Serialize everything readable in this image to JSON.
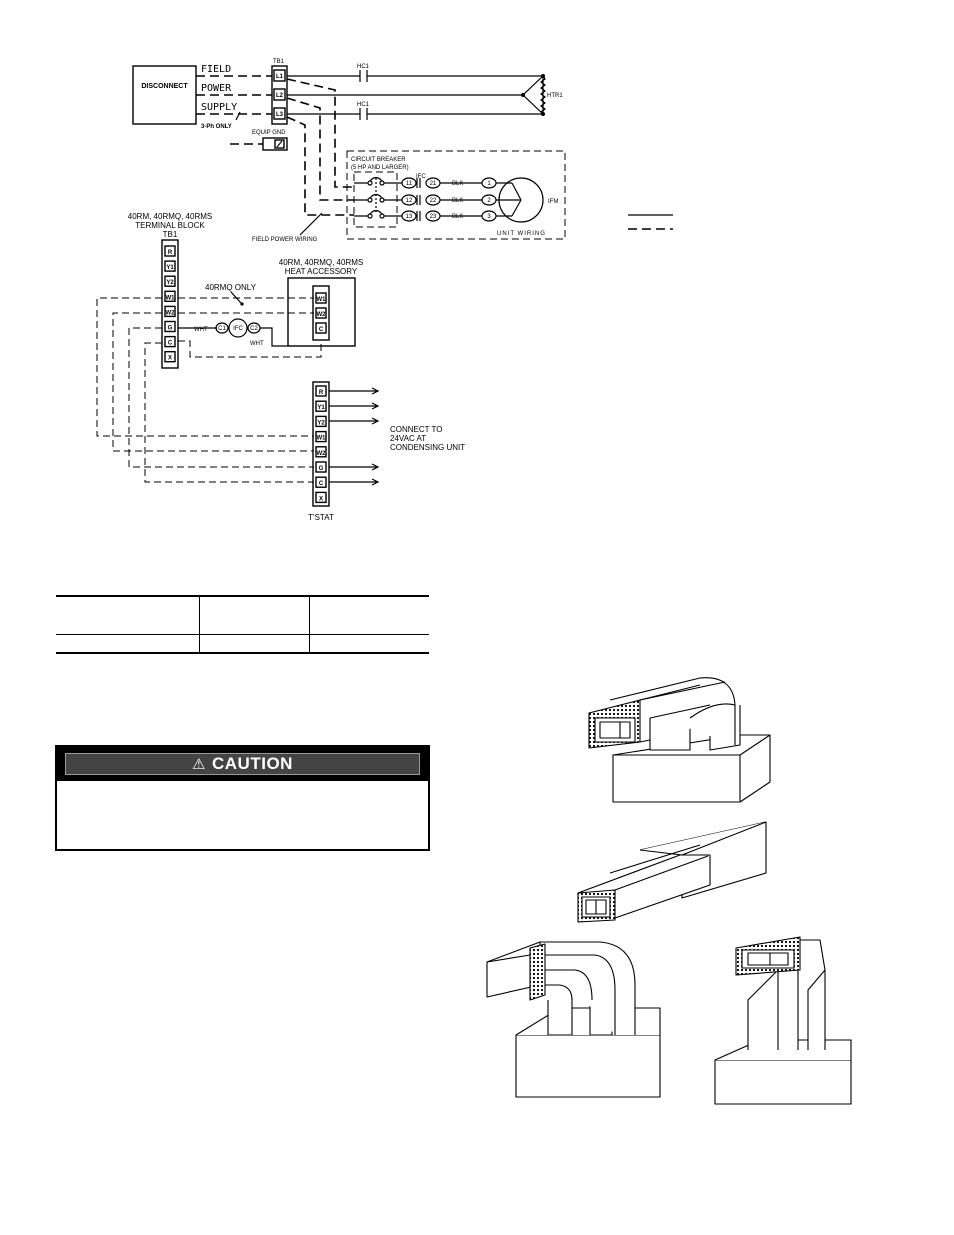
{
  "wiring_diagram": {
    "disconnect": "DISCONNECT",
    "field_power_supply": [
      "FIELD",
      "POWER",
      "SUPPLY"
    ],
    "three_ph_only": "3-Ph ONLY",
    "tb1_top": "TB1",
    "terminals_l": [
      "L1",
      "L2",
      "L3"
    ],
    "equip_gnd": "EQUIP GND",
    "hc1_a": "HC1",
    "hc1_b": "HC1",
    "htr1": "HTR1",
    "circuit_breaker": "CIRCUIT BREAKER",
    "circuit_breaker_note": "(5 HP AND LARGER)",
    "ifc": "IFC",
    "ifc_contacts_left": [
      "11",
      "12",
      "13"
    ],
    "ifc_contacts_right": [
      "21",
      "22",
      "23"
    ],
    "blk": [
      "BLK",
      "BLK",
      "BLK"
    ],
    "motor_terminals": [
      "1",
      "2",
      "3"
    ],
    "ifm": "IFM",
    "unit_wiring": "UNIT WIRING",
    "field_power_wiring": "FIELD POWER WIRING",
    "terminal_block_title": [
      "40RM, 40RMQ, 40RMS",
      "TERMINAL BLOCK",
      "TB1"
    ],
    "terminal_block_terms": [
      "R",
      "Y1",
      "Y2",
      "W1",
      "W2",
      "G",
      "C",
      "X"
    ],
    "rmq_only": "40RMQ ONLY",
    "heat_accessory_title": [
      "40RM, 40RMQ, 40RMS",
      "HEAT ACCESSORY"
    ],
    "heat_accessory_terms": [
      "W1",
      "W2",
      "C"
    ],
    "wht_a": "WHT",
    "wht_b": "WHT",
    "ifc_coil": [
      "C1",
      "IFC",
      "C2"
    ],
    "tstat_terms": [
      "R",
      "Y1",
      "Y2",
      "W1",
      "W2",
      "G",
      "C",
      "X"
    ],
    "tstat": "T'STAT",
    "connect_to": [
      "CONNECT TO",
      "24VAC AT",
      "CONDENSING UNIT"
    ]
  },
  "caution": {
    "icon": "warning-triangle-icon",
    "title": "CAUTION"
  },
  "duct_figure": {
    "icon": "duct-connection-illustrations"
  }
}
